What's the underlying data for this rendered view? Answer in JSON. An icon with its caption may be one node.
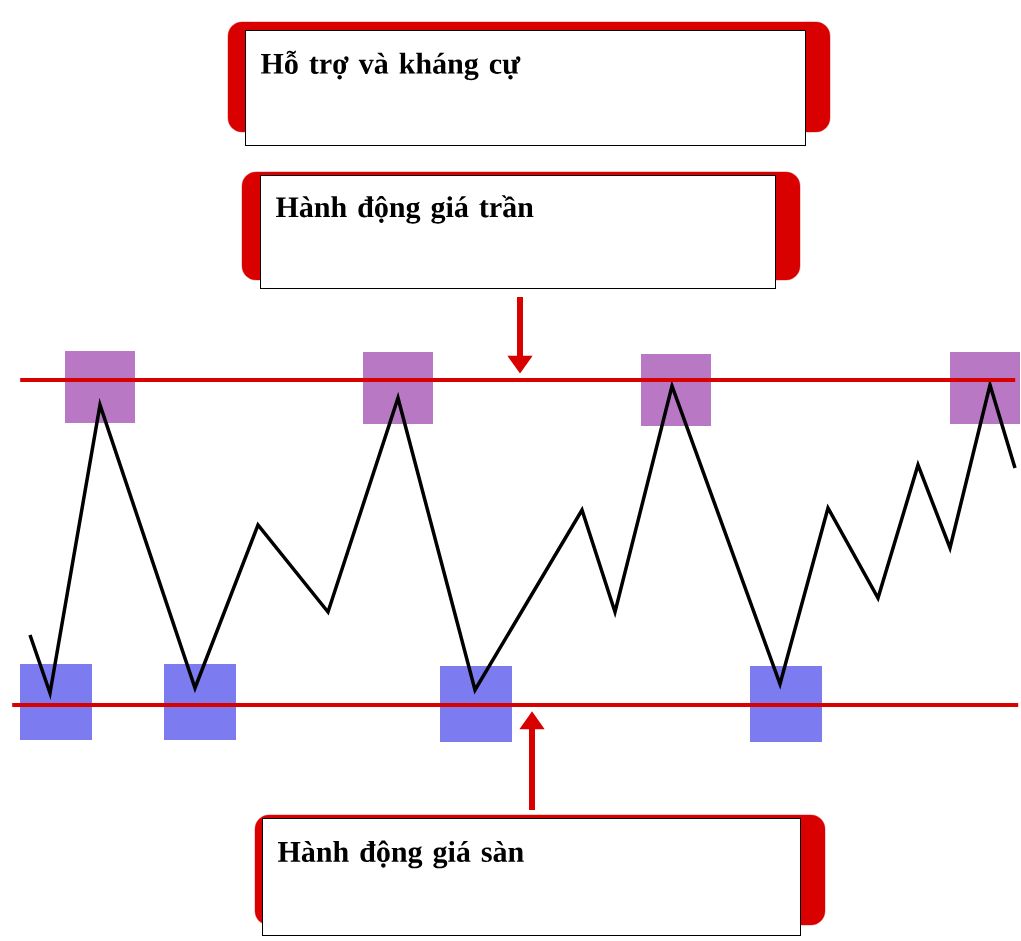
{
  "diagram": {
    "nodes": [
      {
        "text": [
          "Hỗ trợ và kháng cự"
        ]
      },
      {
        "text": [
          "Hành động giá trần"
        ]
      },
      {
        "text": [],
        "shape": "line"
      },
      {
        "text": [],
        "shape": "line"
      },
      {
        "text": [
          "Hành động giá sàn"
        ]
      }
    ],
    "edges": [
      {
        "from": 1,
        "to": 2,
        "arrow": "to"
      },
      {
        "from": 4,
        "to": 3,
        "arrow": "to"
      }
    ]
  }
}
